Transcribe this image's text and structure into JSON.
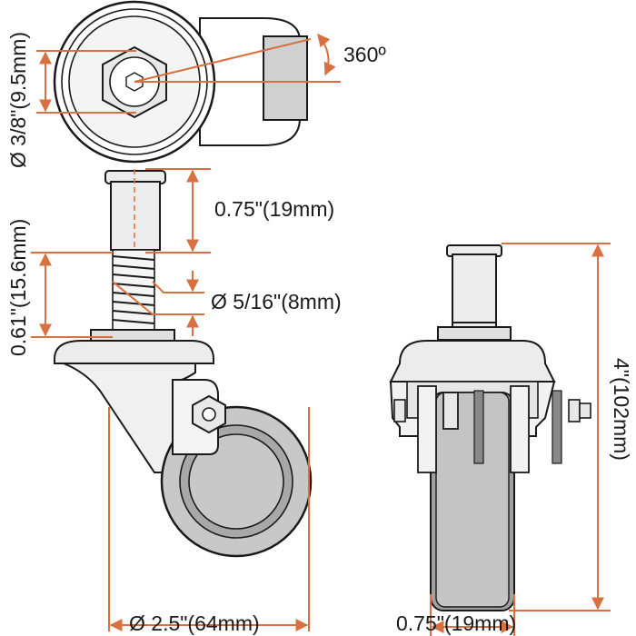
{
  "labels": {
    "bolt_diameter": "Ø 3/8\"(9.5mm)",
    "rotation": "360º",
    "stem_length": "0.75\"(19mm)",
    "thread_diameter": "Ø 5/16\"(8mm)",
    "thread_length": "0.61\"(15.6mm)",
    "wheel_diameter": "Ø 2.5\"(64mm)",
    "wheel_width": "0.75\"(19mm)",
    "total_height": "4\"(102mm)"
  },
  "colors": {
    "dimension": "#d9703f",
    "outline": "#1a1a1a",
    "wheel_light": "#c8c8c8",
    "wheel_mid": "#a8a8a8",
    "metal": "#e6e6e6",
    "part_fill": "#d0d0d0"
  }
}
